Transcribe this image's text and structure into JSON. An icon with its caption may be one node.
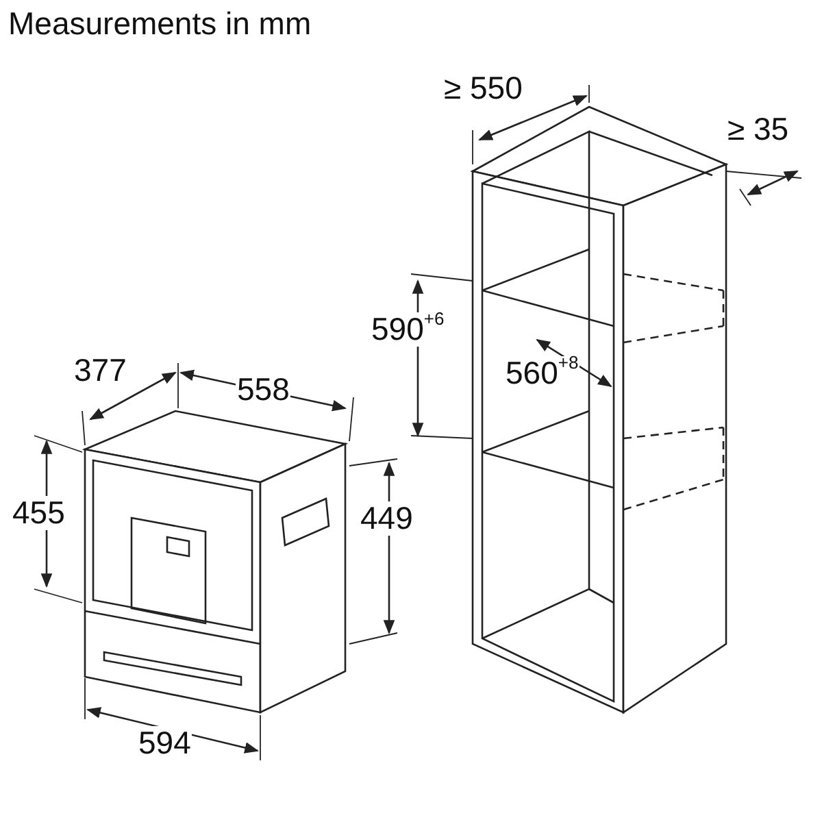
{
  "diagram": {
    "title": "Measurements in mm",
    "labels": [
      "≥ 550",
      "≥ 35",
      "590$^{+6}$",
      "560$^{+8}$",
      "377",
      "558",
      "455",
      "449",
      "594"
    ]
  }
}
